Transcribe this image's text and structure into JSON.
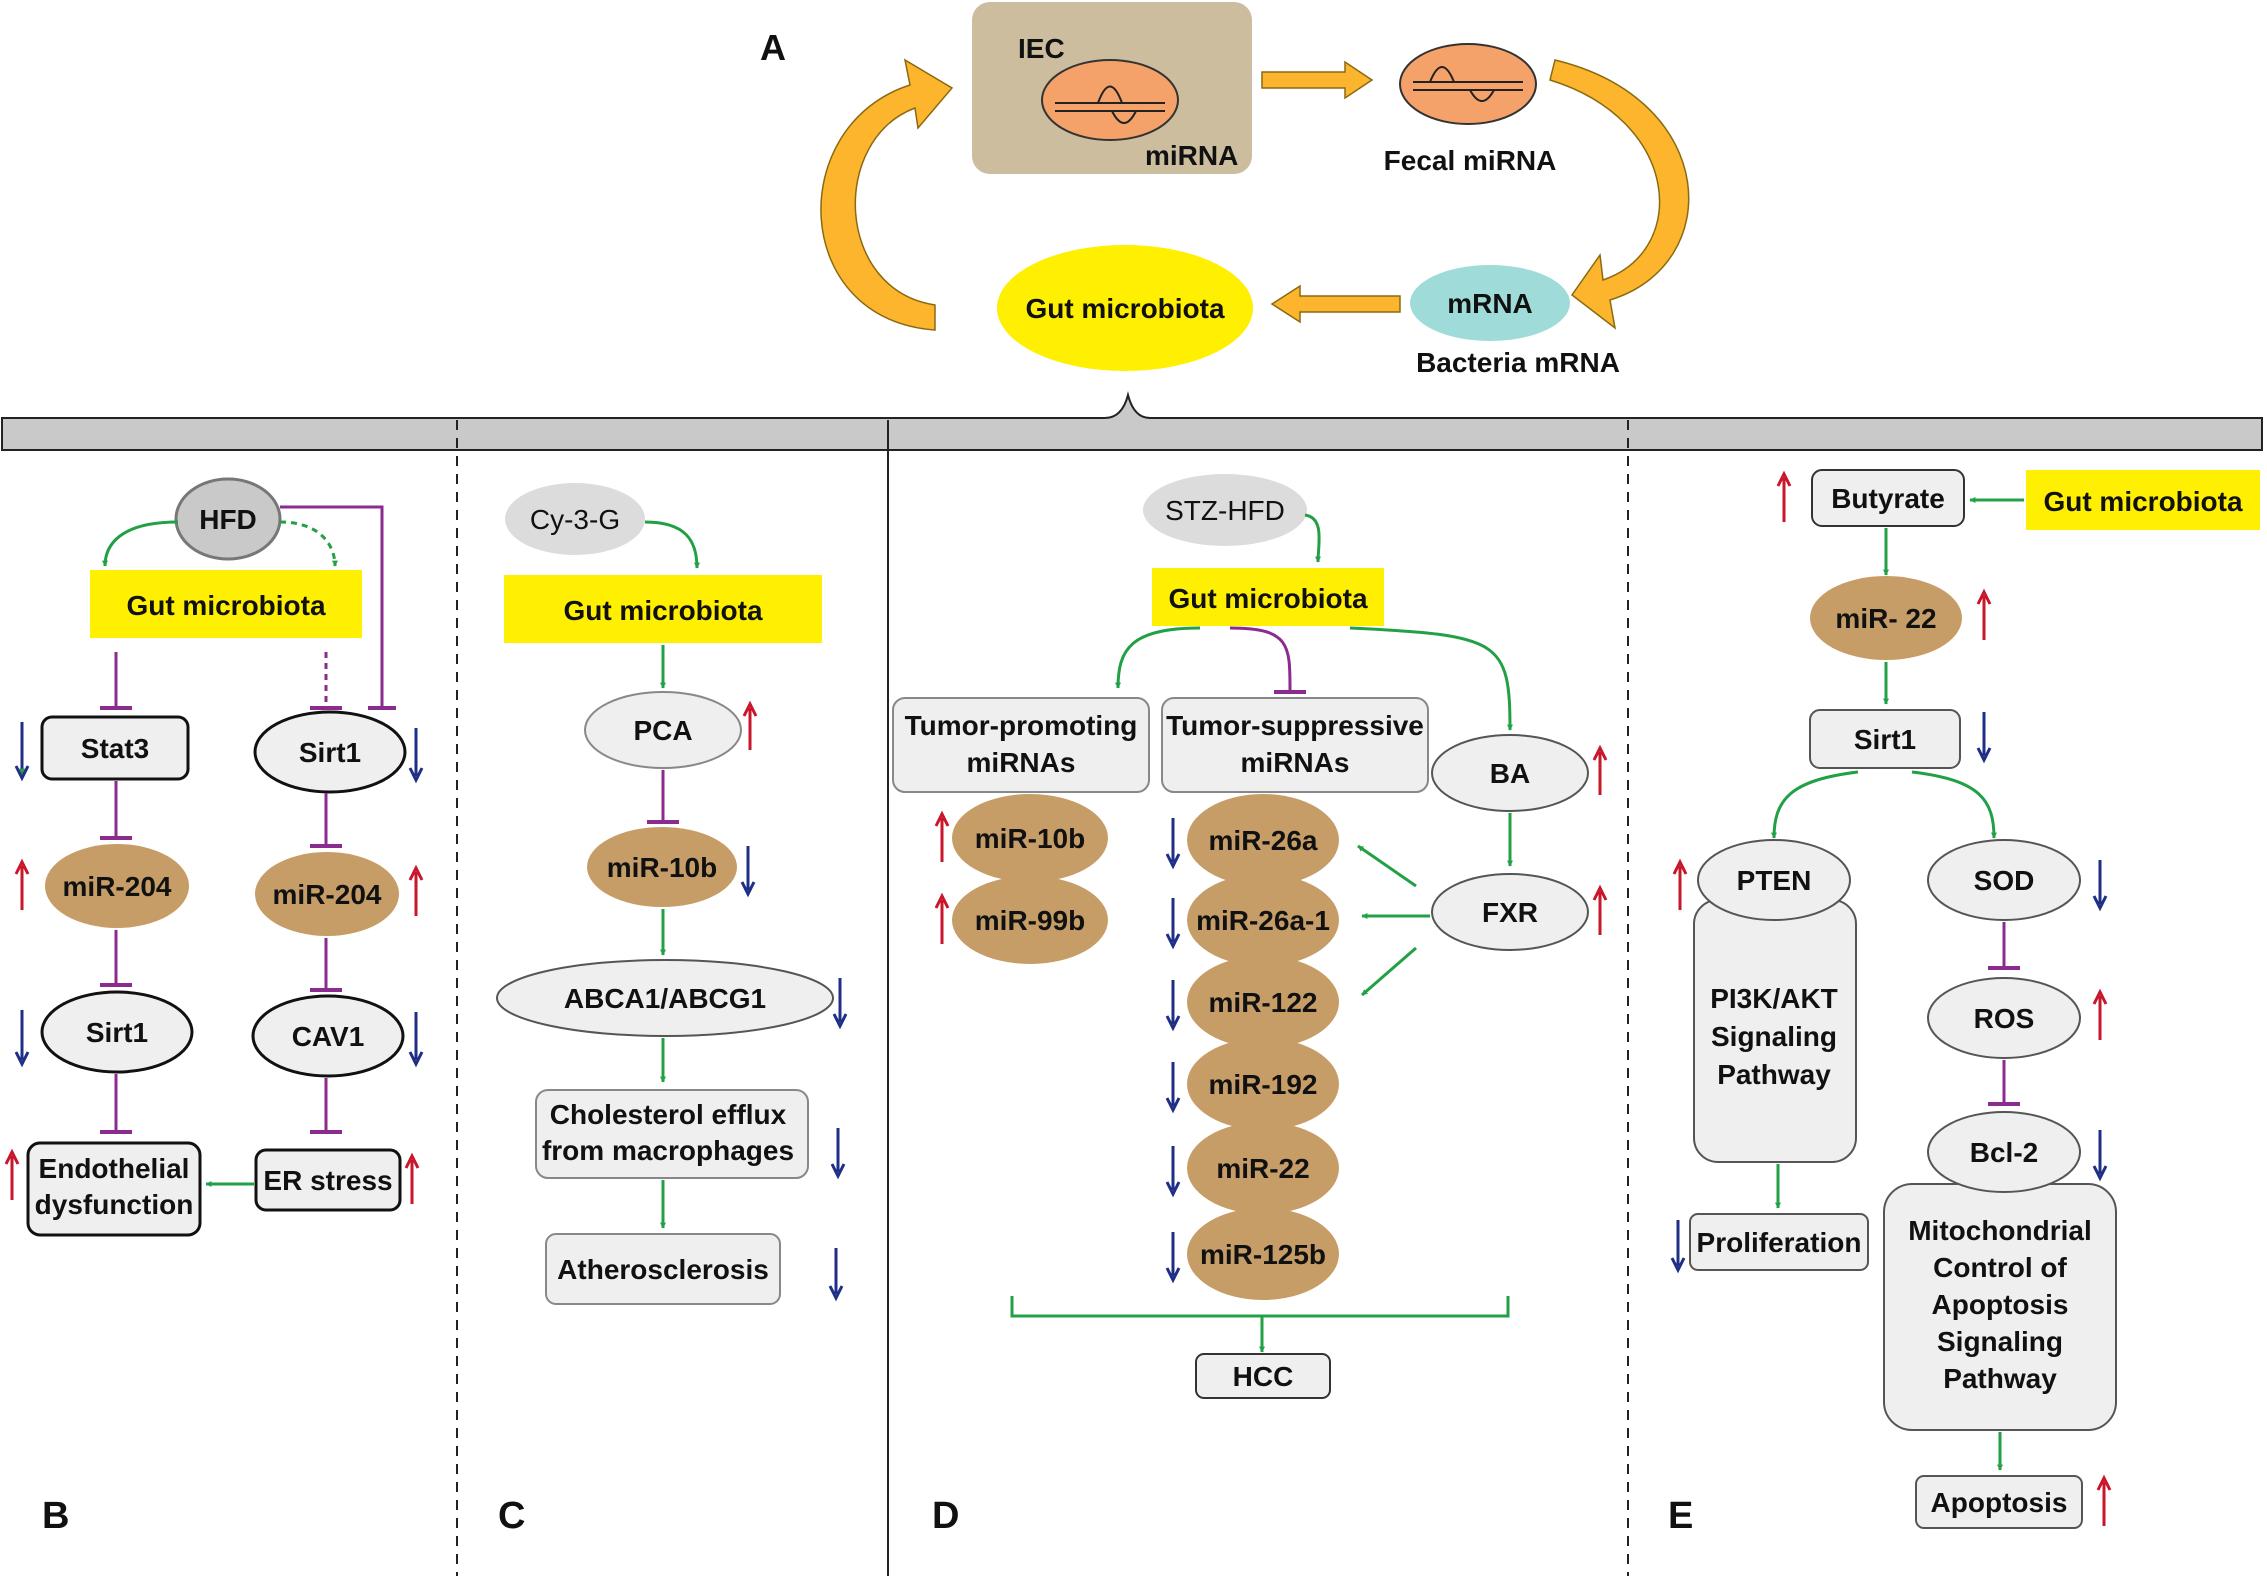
{
  "colors": {
    "green": "#22a045",
    "purple": "#8a2b8e",
    "up": "#c8162b",
    "down": "#1f2f86",
    "yellow": "#ffef00",
    "tan": "#c79d67",
    "salmon": "#f4a26a",
    "cyan": "#9fdcd9",
    "orange": "#fcb52d",
    "iec_box": "#cbbd9e",
    "grey_box": "#efefef",
    "divider_bar": "#c9c9c9"
  },
  "panel_a": {
    "label": "A",
    "iec": "IEC",
    "mirna": "miRNA",
    "fecal": "Fecal miRNA",
    "mrna": "mRNA",
    "bacteria_mrna": "Bacteria mRNA",
    "gut_microbiota": "Gut  microbiota"
  },
  "panel_b": {
    "label": "B",
    "hfd": "HFD",
    "gut": "Gut microbiota",
    "stat3": "Stat3",
    "sirt1_right": "Sirt1",
    "mir204_left": "miR-204",
    "mir204_right": "miR-204",
    "sirt1_left": "Sirt1",
    "cav1": "CAV1",
    "endo_line1": "Endothelial",
    "endo_line2": "dysfunction",
    "er_stress": "ER stress"
  },
  "panel_c": {
    "label": "C",
    "cy3g": "Cy-3-G",
    "gut": "Gut microbiota",
    "pca": "PCA",
    "mir10b": "miR-10b",
    "abca": "ABCA1/ABCG1",
    "chol_line1": "Cholesterol efflux",
    "chol_line2": "from macrophages",
    "athero": "Atherosclerosis"
  },
  "panel_d": {
    "label": "D",
    "stz": "STZ-HFD",
    "gut": "Gut microbiota",
    "tp_line1": "Tumor-promoting",
    "tp_line2": "miRNAs",
    "ts_line1": "Tumor-suppressive",
    "ts_line2": "miRNAs",
    "ba": "BA",
    "fxr": "FXR",
    "promoting": [
      "miR-10b",
      "miR-99b"
    ],
    "suppressive": [
      "miR-26a",
      "miR-26a-1",
      "miR-122",
      "miR-192",
      "miR-22",
      "miR-125b"
    ],
    "hcc": "HCC"
  },
  "panel_e": {
    "label": "E",
    "butyrate": "Butyrate",
    "gut": "Gut microbiota",
    "mir22": "miR- 22",
    "sirt1": "Sirt1",
    "pten": "PTEN",
    "sod": "SOD",
    "pi3k_line1": "PI3K/AKT",
    "pi3k_line2": "Signaling",
    "pi3k_line3": "Pathway",
    "ros": "ROS",
    "bcl2": "Bcl-2",
    "mito_line1": "Mitochondrial",
    "mito_line2": "Control of",
    "mito_line3": "Apoptosis",
    "mito_line4": "Signaling",
    "mito_line5": "Pathway",
    "proliferation": "Proliferation",
    "apoptosis": "Apoptosis"
  }
}
